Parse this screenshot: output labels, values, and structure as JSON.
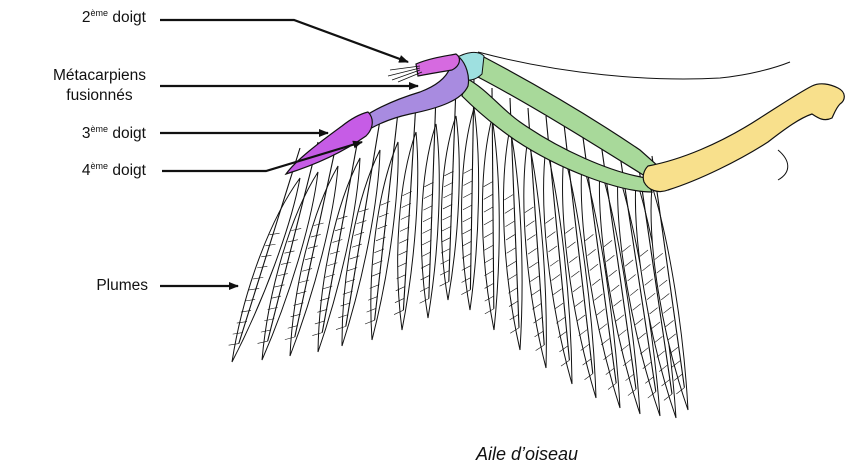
{
  "labels": {
    "doigt2": {
      "ordinal": "2",
      "sup": "ème",
      "word": "doigt"
    },
    "metacarpiens": {
      "line1": "Métacarpiens",
      "line2": "fusionnés"
    },
    "doigt3": {
      "ordinal": "3",
      "sup": "ème",
      "word": "doigt"
    },
    "doigt4": {
      "ordinal": "4",
      "sup": "ème",
      "word": "doigt"
    },
    "plumes": "Plumes"
  },
  "caption": "Aile d’oiseau",
  "colors": {
    "doigt2": "#d66ae0",
    "metacarpiens": "#a88be0",
    "doigt3": "#c65ce6",
    "radius_ulna": "#a8d99a",
    "humerus": "#f8e08c",
    "wrist": "#9ee0e0",
    "feather": "#ffffff",
    "outline": "#111111"
  }
}
